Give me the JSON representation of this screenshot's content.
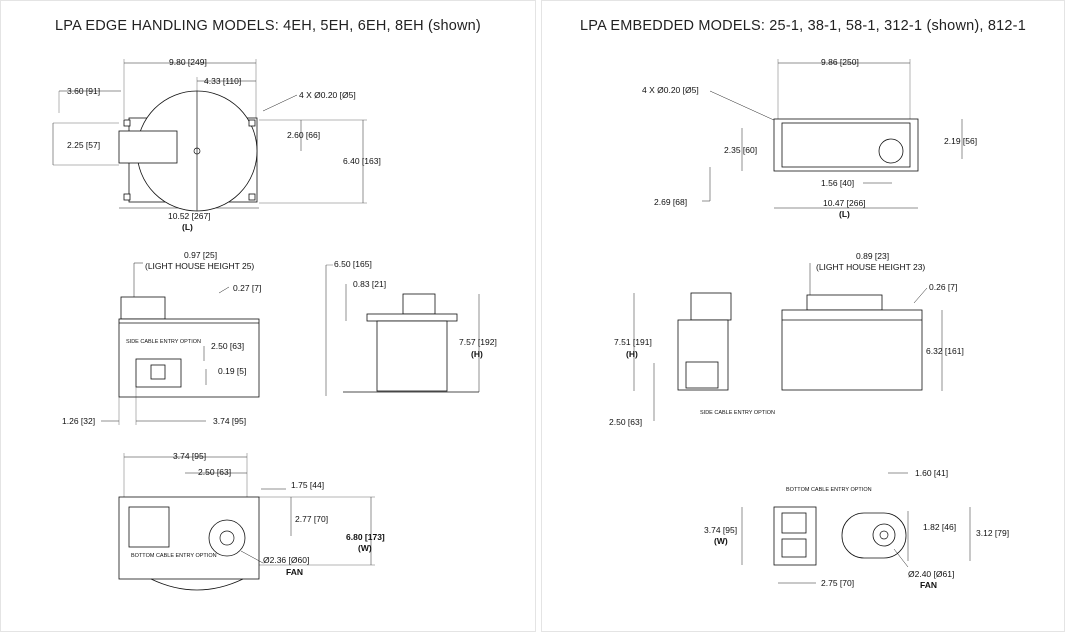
{
  "left": {
    "title": "LPA EDGE HANDLING MODELS: 4EH, 5EH, 6EH, 8EH (shown)",
    "top_view": {
      "d_9_80": "9.80 [249]",
      "d_4_33": "4.33 [110]",
      "d_3_60": "3.60 [91]",
      "d_holes": "4 X Ø0.20 [Ø5]",
      "d_2_25": "2.25 [57]",
      "d_2_60": "2.60 [66]",
      "d_6_40": "6.40 [163]",
      "d_10_52": "10.52 [267]",
      "d_L": "(L)"
    },
    "front_view": {
      "d_0_97": "0.97 [25]",
      "d_lh25": "(LIGHT HOUSE HEIGHT 25)",
      "d_0_27": "0.27 [7]",
      "side_cable": "SIDE CABLE ENTRY OPTION",
      "d_2_50": "2.50 [63]",
      "d_0_19": "0.19 [5]",
      "d_1_26": "1.26 [32]",
      "d_3_74": "3.74 [95]"
    },
    "side_view": {
      "d_6_50": "6.50 [165]",
      "d_0_83": "0.83 [21]",
      "d_7_57": "7.57 [192]",
      "d_H": "(H)"
    },
    "bottom_view": {
      "d_3_74": "3.74 [95]",
      "d_2_50": "2.50 [63]",
      "d_1_75": "1.75 [44]",
      "d_2_77": "2.77 [70]",
      "d_6_80": "6.80 [173]",
      "d_W": "(W)",
      "bottom_cable": "BOTTOM CABLE ENTRY OPTION",
      "d_fan": "Ø2.36 [Ø60]",
      "fan": "FAN"
    }
  },
  "right": {
    "title": "LPA EMBEDDED MODELS: 25-1, 38-1, 58-1, 312-1 (shown), 812-1",
    "top_view": {
      "d_9_86": "9.86 [250]",
      "d_holes": "4 X Ø0.20 [Ø5]",
      "d_2_35": "2.35 [60]",
      "d_2_19": "2.19 [56]",
      "d_1_56": "1.56 [40]",
      "d_2_69": "2.69 [68]",
      "d_10_47": "10.47 [266]",
      "d_L": "(L)"
    },
    "front_view": {
      "d_0_89": "0.89 [23]",
      "d_lh23": "(LIGHT HOUSE HEIGHT 23)",
      "d_0_26": "0.26 [7]",
      "d_7_51": "7.51 [191]",
      "d_H": "(H)",
      "d_6_32": "6.32 [161]",
      "side_cable": "SIDE CABLE ENTRY OPTION",
      "d_2_50": "2.50 [63]"
    },
    "bottom_view": {
      "d_1_60": "1.60 [41]",
      "bottom_cable": "BOTTOM CABLE ENTRY OPTION",
      "d_3_74": "3.74 [95]",
      "d_W": "(W)",
      "d_1_82": "1.82 [46]",
      "d_3_12": "3.12 [79]",
      "d_2_75": "2.75 [70]",
      "d_fan": "Ø2.40 [Ø61]",
      "fan": "FAN"
    }
  }
}
